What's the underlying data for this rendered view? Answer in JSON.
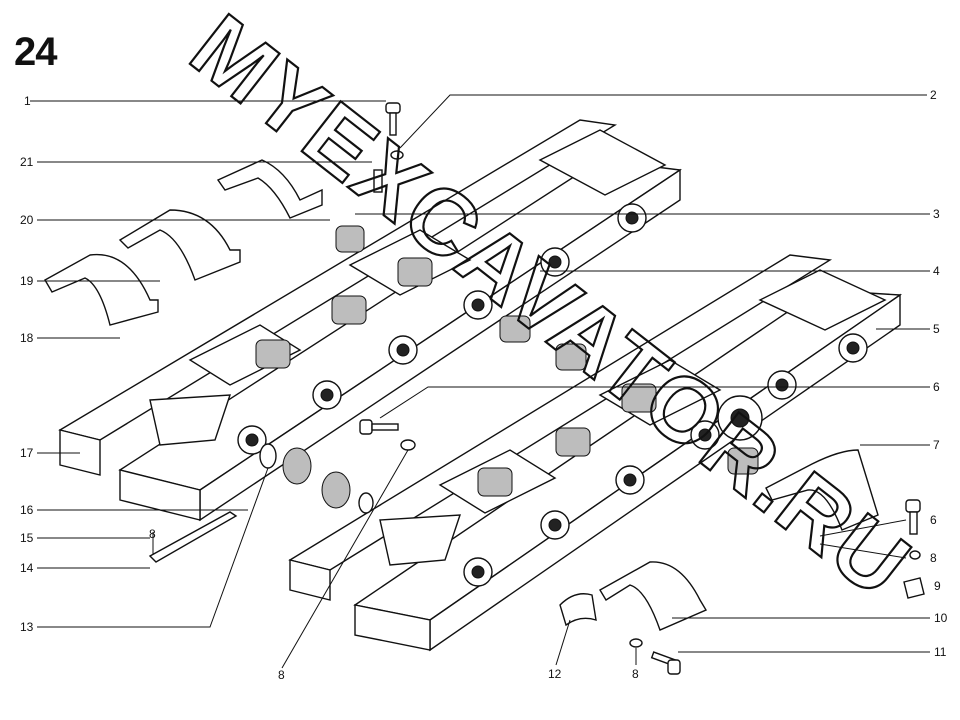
{
  "figure_number": "24",
  "watermark": "MYEXCAVATOR.RU",
  "callouts": [
    {
      "id": "c1",
      "text": "1"
    },
    {
      "id": "c2",
      "text": "2"
    },
    {
      "id": "c3",
      "text": "3"
    },
    {
      "id": "c4",
      "text": "4"
    },
    {
      "id": "c5",
      "text": "5"
    },
    {
      "id": "c6",
      "text": "6"
    },
    {
      "id": "c7",
      "text": "7"
    },
    {
      "id": "c6b",
      "text": "6"
    },
    {
      "id": "c8",
      "text": "8"
    },
    {
      "id": "c9",
      "text": "9"
    },
    {
      "id": "c10",
      "text": "10"
    },
    {
      "id": "c11",
      "text": "11"
    },
    {
      "id": "c21",
      "text": "21"
    },
    {
      "id": "c20",
      "text": "20"
    },
    {
      "id": "c19",
      "text": "19"
    },
    {
      "id": "c18",
      "text": "18"
    },
    {
      "id": "c17",
      "text": "17"
    },
    {
      "id": "c16",
      "text": "16"
    },
    {
      "id": "c15",
      "text": "15"
    },
    {
      "id": "c8b",
      "text": "8"
    },
    {
      "id": "c14",
      "text": "14"
    },
    {
      "id": "c13",
      "text": "13"
    },
    {
      "id": "c8c",
      "text": "8"
    },
    {
      "id": "c12",
      "text": "12"
    },
    {
      "id": "c8d",
      "text": "8"
    }
  ]
}
